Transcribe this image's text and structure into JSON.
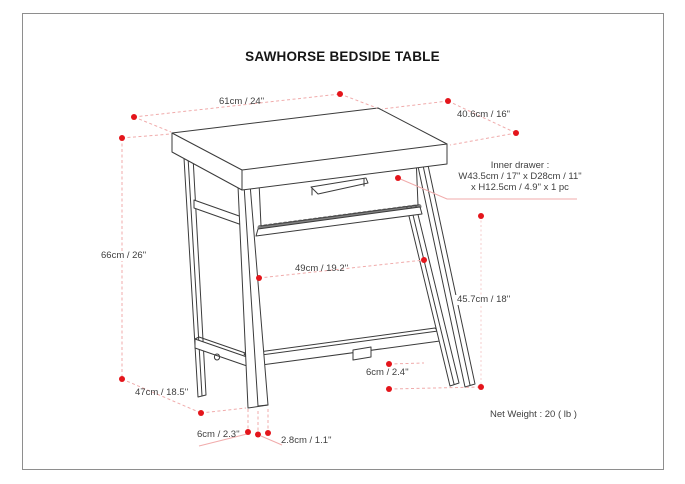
{
  "page": {
    "title": "SAWHORSE BEDSIDE TABLE"
  },
  "dimensions": {
    "top_width": "61cm / 24\"",
    "top_depth": "40.6cm / 16\"",
    "overall_height": "66cm / 26\"",
    "shelf_span": "49cm / 19.2''",
    "shelf_height": "45.7cm / 18''",
    "stretcher_height": "6cm / 2.4''",
    "base_depth": "47cm / 18.5''",
    "leg_foot_width": "6cm / 2.3''",
    "leg_foot_thickness": "2.8cm / 1.1''"
  },
  "inner_drawer": {
    "line1": "Inner drawer :",
    "line2": "W43.5cm / 17\" x D28cm / 11\"",
    "line3": "x H12.5cm / 4.9\" x 1 pc"
  },
  "net_weight": "Net Weight : 20 ( lb )",
  "colors": {
    "dimension_dot": "#e4151b",
    "dimension_line": "#f0abab",
    "drawing_line": "#3b3b3b",
    "frame_border": "#8e8e8e",
    "text": "#3f3f3f"
  }
}
